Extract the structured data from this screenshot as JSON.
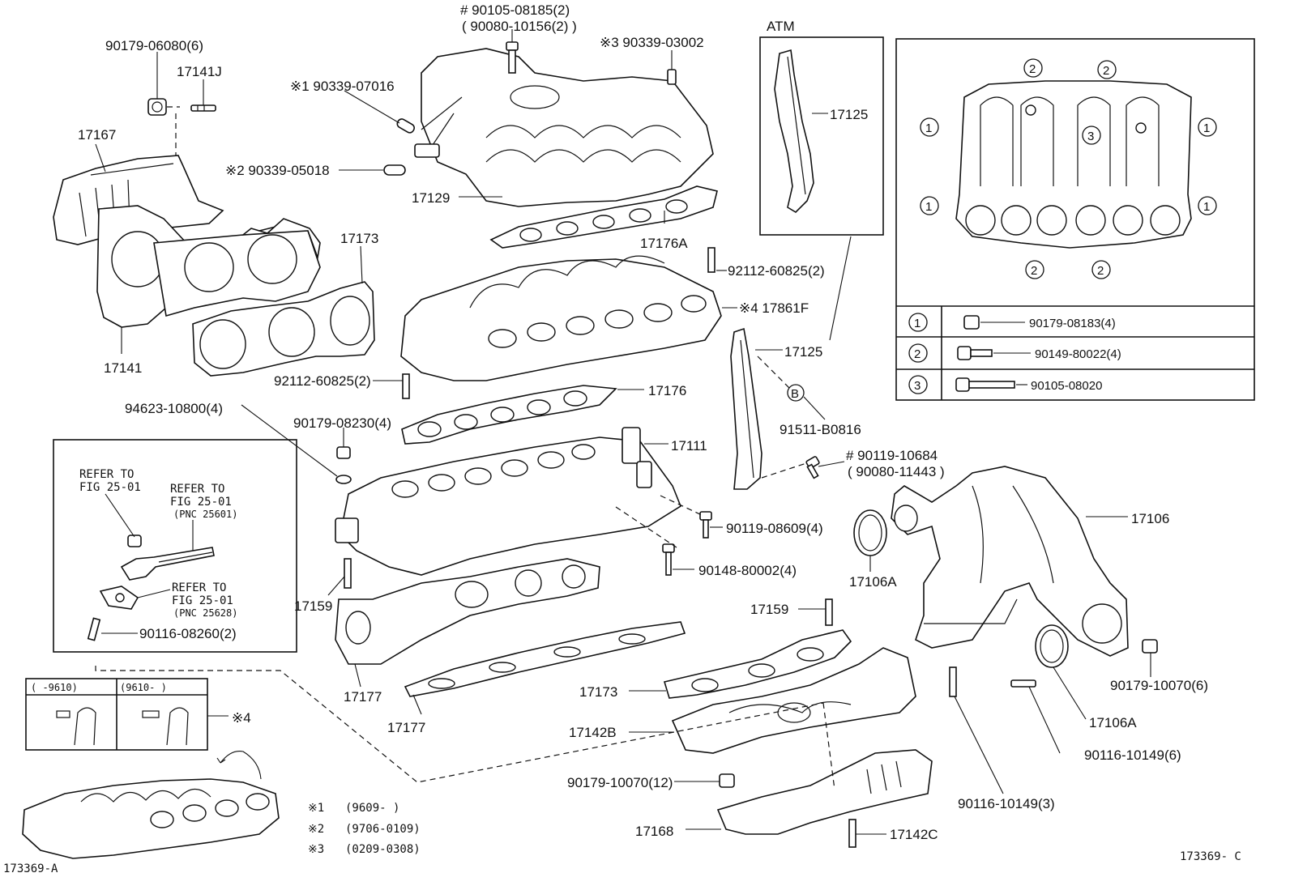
{
  "figure_codes": {
    "left": "173369-A",
    "right": "173369- C"
  },
  "callouts": {
    "c90179_06080": "90179-06080(6)",
    "c17141J": "17141J",
    "c17167": "17167",
    "c90339_07016": "※1 90339-07016",
    "c90339_05018": "※2 90339-05018",
    "c90105_08185": "# 90105-08185(2)",
    "c90080_10156": "( 90080-10156(2) )",
    "c90339_03002": "※3 90339-03002",
    "c17129": "17129",
    "c17176A": "17176A",
    "c17173_top": "17173",
    "c17141": "17141",
    "c92112_top": "92112-60825(2)",
    "c17861F": "※4 17861F",
    "c92112_bottom": "92112-60825(2)",
    "c17176": "17176",
    "c94623": "94623-10800(4)",
    "c90179_08230": "90179-08230(4)",
    "c17111": "17111",
    "c90119_08609": "90119-08609(4)",
    "c90148_80002": "90148-80002(4)",
    "c17159_left": "17159",
    "c17177_a": "17177",
    "c17177_b": "17177",
    "c17159_right": "17159",
    "c17173_bottom": "17173",
    "c17142B": "17142B",
    "c90179_10070_12": "90179-10070(12)",
    "c17168": "17168",
    "c17142C": "17142C",
    "c17125_top": "17125",
    "c17125_mid": "17125",
    "c91511": "91511-B0816",
    "c90119_10684": "# 90119-10684",
    "c90080_11443": "( 90080-11443 )",
    "c17106": "17106",
    "c17106A_left": "17106A",
    "c17106A_right": "17106A",
    "c90179_10070_6": "90179-10070(6)",
    "c90116_10149_6": "90116-10149(6)",
    "c90116_10149_3": "90116-10149(3)",
    "atm": "ATM",
    "b_marker": "B"
  },
  "refer_box": {
    "refer1": [
      "REFER TO",
      "FIG 25-01"
    ],
    "refer2": [
      "REFER TO",
      "FIG 25-01",
      "(PNC 25601)"
    ],
    "refer3": [
      "REFER TO",
      "FIG 25-01",
      "(PNC 25628)"
    ],
    "part": "90116-08260(2)"
  },
  "date_box": {
    "col1": "(    -9610)",
    "col2": "(9610-     )",
    "marker": "※4"
  },
  "notes": [
    {
      "mark": "※1",
      "range": "(9609-      )"
    },
    {
      "mark": "※2",
      "range": "(9706-0109)"
    },
    {
      "mark": "※3",
      "range": "(0209-0308)"
    }
  ],
  "torque_legend": {
    "numbers": [
      "1",
      "2",
      "3"
    ],
    "rows": [
      {
        "num": "1",
        "part": "90179-08183(4)"
      },
      {
        "num": "2",
        "part": "90149-80022(4)"
      },
      {
        "num": "3",
        "part": "90105-08020"
      }
    ]
  }
}
